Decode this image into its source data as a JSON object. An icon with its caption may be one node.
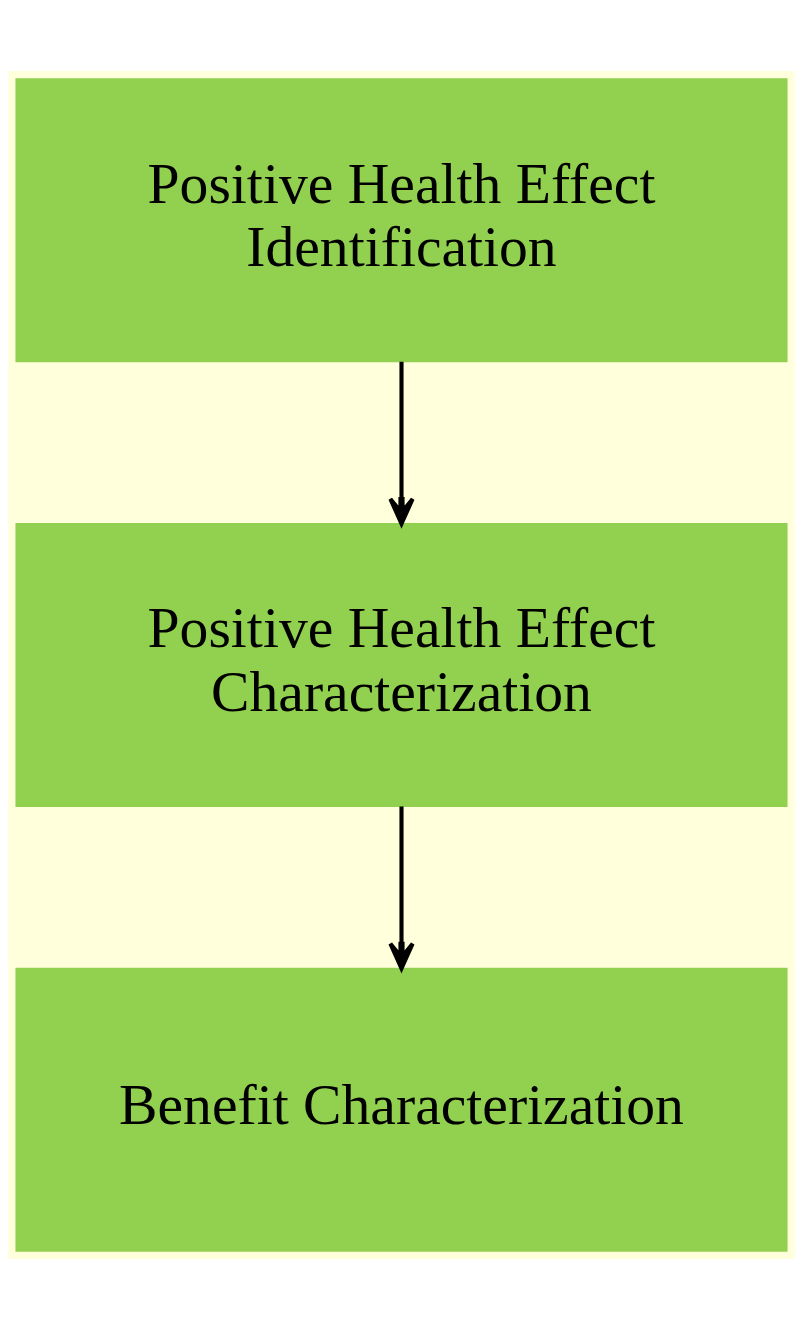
{
  "diagram": {
    "nodes": [
      {
        "text": [
          "Positive Health Effect Identification"
        ]
      },
      {
        "text": [
          "Positive Health Effect Characterization"
        ]
      },
      {
        "text": [
          "Benefit Characterization"
        ]
      }
    ],
    "edges": [
      {
        "from": 0,
        "to": 1,
        "arrow": "to"
      },
      {
        "from": 1,
        "to": 2,
        "arrow": "to"
      }
    ]
  }
}
